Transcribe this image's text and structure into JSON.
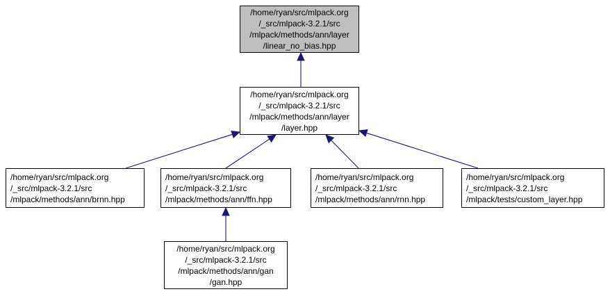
{
  "colors": {
    "edge": "#191970",
    "root_fill": "#bfbfbf",
    "node_fill": "#ffffff",
    "border": "#000000"
  },
  "nodes": [
    {
      "id": "linear_no_bias",
      "lines": [
        "/home/ryan/src/mlpack.org",
        "/_src/mlpack-3.2.1/src",
        "/mlpack/methods/ann/layer",
        "/linear_no_bias.hpp"
      ],
      "highlighted": true
    },
    {
      "id": "layer",
      "lines": [
        "/home/ryan/src/mlpack.org",
        "/_src/mlpack-3.2.1/src",
        "/mlpack/methods/ann/layer",
        "/layer.hpp"
      ]
    },
    {
      "id": "brnn",
      "lines": [
        "/home/ryan/src/mlpack.org",
        "/_src/mlpack-3.2.1/src",
        "/mlpack/methods/ann/brnn.hpp"
      ]
    },
    {
      "id": "ffn",
      "lines": [
        "/home/ryan/src/mlpack.org",
        "/_src/mlpack-3.2.1/src",
        "/mlpack/methods/ann/ffn.hpp"
      ]
    },
    {
      "id": "rnn",
      "lines": [
        "/home/ryan/src/mlpack.org",
        "/_src/mlpack-3.2.1/src",
        "/mlpack/methods/ann/rnn.hpp"
      ]
    },
    {
      "id": "custom_layer",
      "lines": [
        "/home/ryan/src/mlpack.org",
        "/_src/mlpack-3.2.1/src",
        "/mlpack/tests/custom_layer.hpp"
      ]
    },
    {
      "id": "gan",
      "lines": [
        "/home/ryan/src/mlpack.org",
        "/_src/mlpack-3.2.1/src",
        "/mlpack/methods/ann/gan",
        "/gan.hpp"
      ]
    }
  ],
  "edges": [
    {
      "from": "layer",
      "to": "linear_no_bias"
    },
    {
      "from": "brnn",
      "to": "layer"
    },
    {
      "from": "ffn",
      "to": "layer"
    },
    {
      "from": "rnn",
      "to": "layer"
    },
    {
      "from": "custom_layer",
      "to": "layer"
    },
    {
      "from": "gan",
      "to": "ffn"
    }
  ]
}
